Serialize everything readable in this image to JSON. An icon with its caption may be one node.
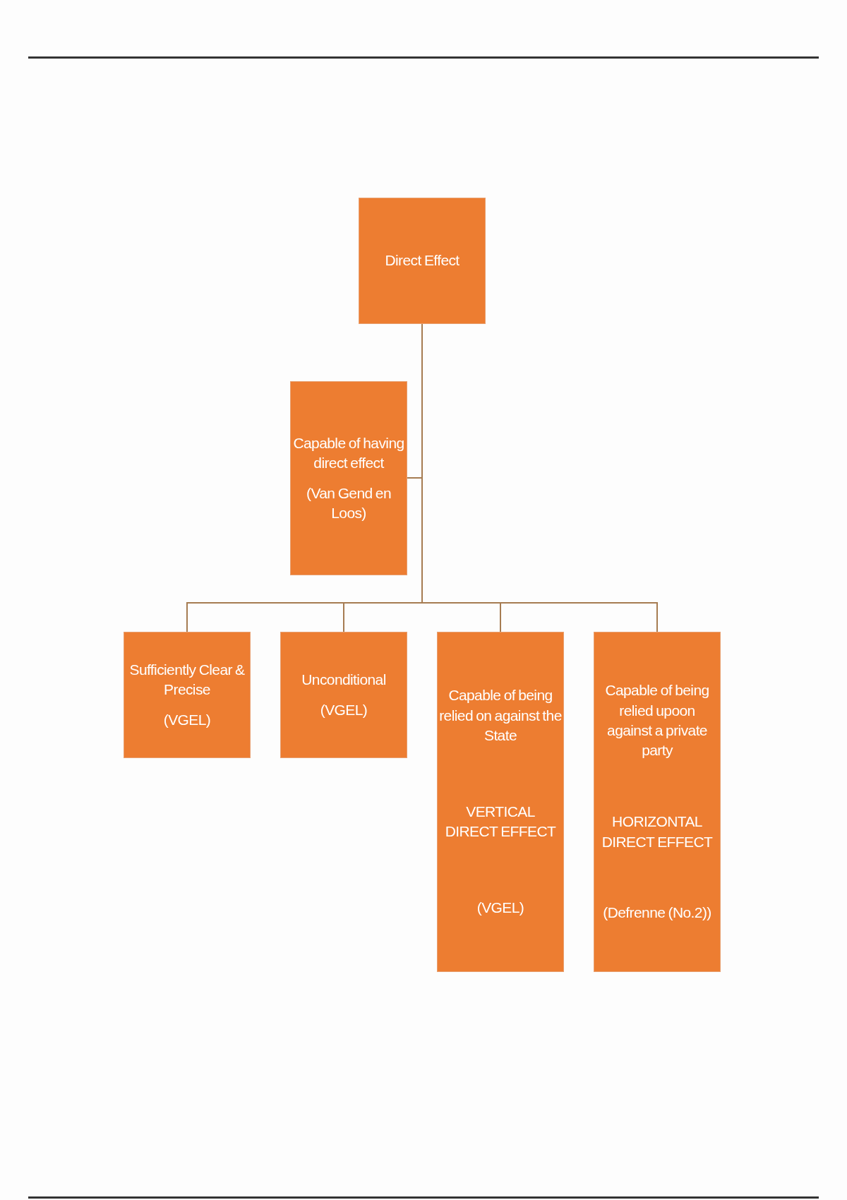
{
  "diagram": {
    "nodes": [
      {
        "text": [
          "Direct Effect"
        ]
      },
      {
        "text": [
          "Capable of having direct effect",
          "(Van Gend en Loos)"
        ]
      },
      {
        "text": [
          "Sufficiently Clear & Precise",
          "(VGEL)"
        ]
      },
      {
        "text": [
          "Unconditional",
          "(VGEL)"
        ]
      },
      {
        "text": [
          "Capable of being relied on against the State",
          "VERTICAL DIRECT EFFECT",
          "(VGEL)"
        ]
      },
      {
        "text": [
          "Capable of being relied upoon against a private party",
          "HORIZONTAL DIRECT EFFECT",
          "(Defrenne (No.2))"
        ]
      }
    ],
    "edges": [
      {
        "from": 0,
        "to": 1,
        "arrow": "none"
      },
      {
        "from": 0,
        "to": 2,
        "arrow": "none"
      },
      {
        "from": 0,
        "to": 3,
        "arrow": "none"
      },
      {
        "from": 0,
        "to": 4,
        "arrow": "none"
      },
      {
        "from": 0,
        "to": 5,
        "arrow": "none"
      }
    ]
  }
}
